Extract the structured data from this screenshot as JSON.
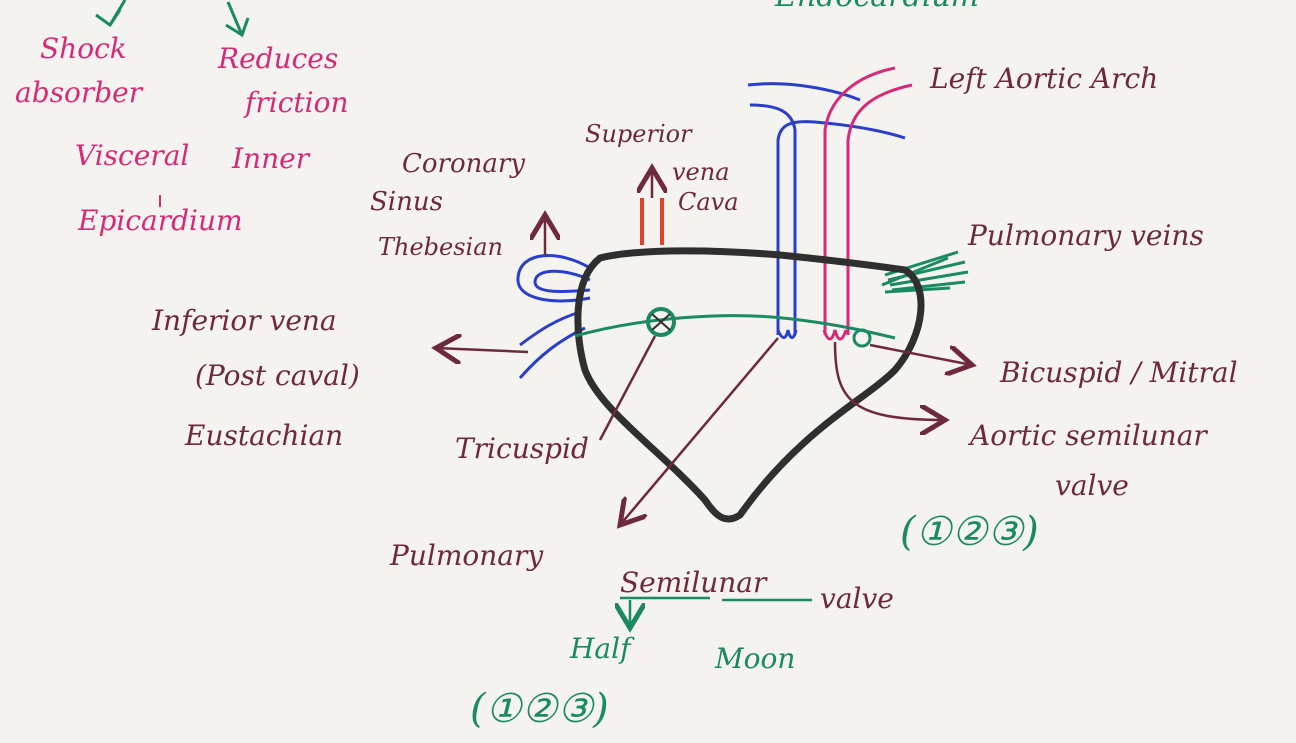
{
  "labels": {
    "top_partial": "Endocardium",
    "shock": "Shock",
    "absorber": "absorber",
    "reduces": "Reduces",
    "friction": "friction",
    "visceral": "Visceral",
    "inner": "Inner",
    "epicardium": "Epicardium",
    "coronary": "Coronary",
    "sinus": "Sinus",
    "thebesian": "Thebesian",
    "superior": "Superior",
    "vena": "vena",
    "cava": "Cava",
    "left_aortic_arch": "Left Aortic Arch",
    "pulmonary_veins": "Pulmonary veins",
    "inferior_vena": "Inferior vena",
    "post_caval": "(Post caval)",
    "eustachian": "Eustachian",
    "tricuspid": "Tricuspid",
    "bicuspid_mitral": "Bicuspid / Mitral",
    "aortic_semilunar": "Aortic semilunar",
    "valve_word": "valve",
    "aortic_cusps": "(①②③)",
    "pulmonary": "Pulmonary",
    "semilunar": "Semilunar",
    "valve_bottom": "valve",
    "half": "Half",
    "moon": "Moon",
    "pulmonary_cusps": "(①②③)"
  },
  "colors": {
    "pink": "#d62a78",
    "maroon": "#6e2a3a",
    "green": "#1a8a63",
    "blue": "#2a3fc9",
    "red": "#e0432a",
    "outline": "#2f2f2f",
    "paper": "#f4f3ef"
  }
}
